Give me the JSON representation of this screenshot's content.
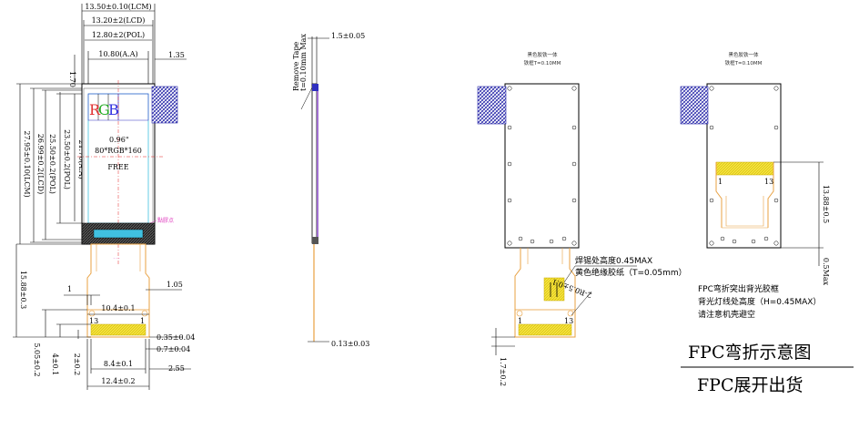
{
  "front_view": {
    "dims_top": [
      "13.50±0.10(LCM)",
      "13.20±2(LCD)",
      "12.80±2(POL)",
      "10.80(A.A)"
    ],
    "dim_135": "1.35",
    "dim_170": "1.70",
    "dims_left": [
      "27.95±0.10(LCM)",
      "26.99±0.2(LCD)",
      "25.50±0.2(POL)",
      "23.50±0.2(POL)",
      "21.70(A.A)"
    ],
    "rgb": [
      "R",
      "G",
      "B"
    ],
    "rgb_colors": [
      "#e03030",
      "#22aa22",
      "#3030e0"
    ],
    "size_label": "0.96\"",
    "resolution": "80*RGB*160",
    "free_label": "FREE",
    "dispense_label": "點膠点",
    "dim_1": "1",
    "dim_105": "1.05",
    "dim_104": "10.4±0.1",
    "pin_13": "13",
    "pin_1": "1",
    "dim_035": "0.35±0.04",
    "dim_07": "0.7±0.04",
    "dim_2": "2±0.2",
    "dim_84": "8.4±0.1",
    "dim_255": "2.55",
    "dim_124": "12.4±0.2",
    "dim_1588": "15.88±0.3",
    "dim_505": "5.05±0.2",
    "dim_4": "4±0.1"
  },
  "side_view": {
    "tape_label": "Remove Tape",
    "tape_thickness": "t=0.10mm Max",
    "dim_15": "1.5±0.05",
    "dim_013": "0.13±0.03"
  },
  "bend_view_a": {
    "note_line1": "黑色胶铁一体",
    "note_line2": "铁框T=0.10MM",
    "solder_note": "焊锡处高度0.45MAX",
    "tape_note": "黄色绝缘胶纸（T=0.05mm）",
    "hole_dim": "2-R0.5±0.1",
    "pin_1": "1",
    "pin_13": "13",
    "dim_17": "1.7±0.2"
  },
  "bend_view_b": {
    "note_line1": "黑色胶铁一体",
    "note_line2": "铁框T=0.10MM",
    "pin_1": "1",
    "pin_13": "13",
    "dim_1388": "13.88±0.5",
    "dim_05": "0.5Max",
    "fpc_note1": "FPC弯折突出背光胶框",
    "fpc_note2": "背光灯线处高度（H=0.45MAX）",
    "fpc_note3": "请注意机壳避空"
  },
  "titles": {
    "bend": "FPC弯折示意图",
    "unfold": "FPC展开出货"
  },
  "colors": {
    "fpc": "#e8a040",
    "gold": "#f0dc30",
    "blue": "#3030c0",
    "pink": "#e040c0",
    "red": "#e02020"
  }
}
